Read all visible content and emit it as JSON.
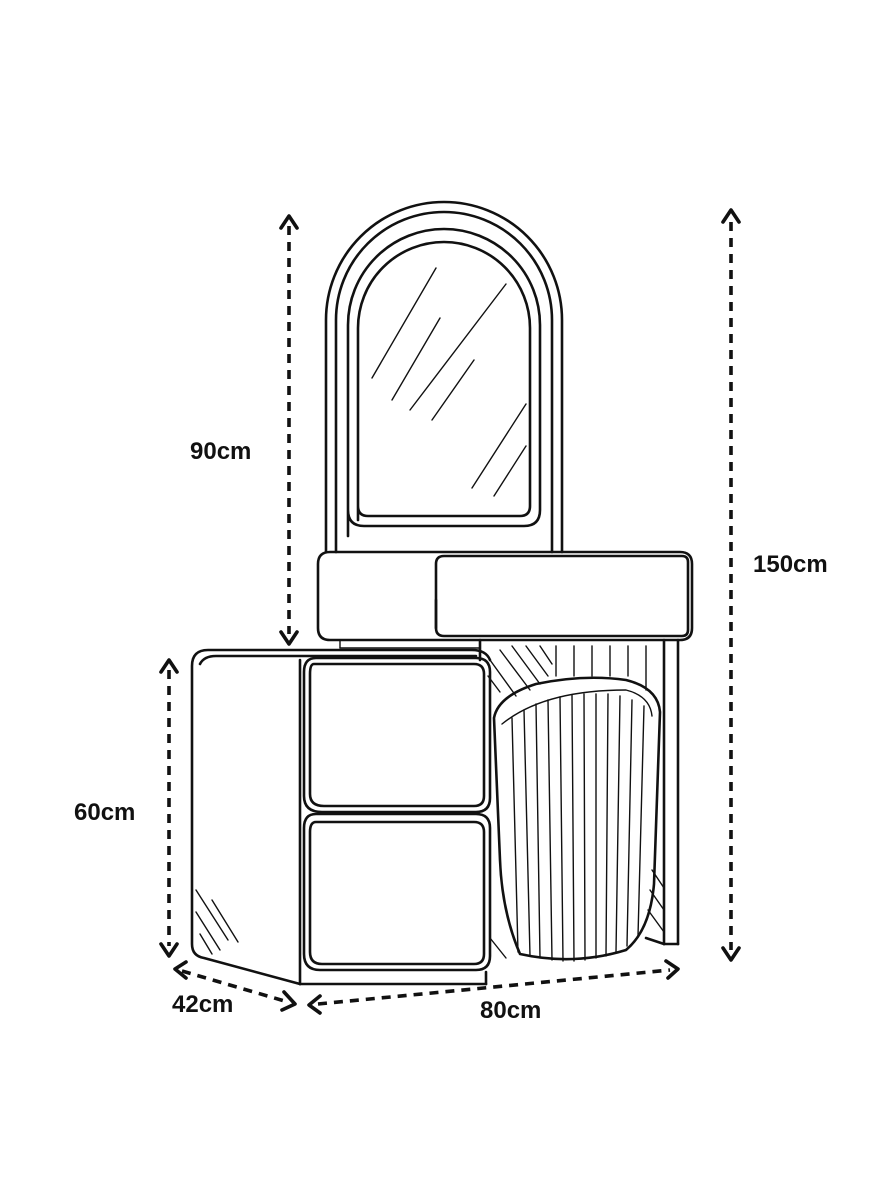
{
  "dimensions": {
    "mirror_height": "90cm",
    "total_height": "150cm",
    "desk_height": "60cm",
    "depth": "42cm",
    "width": "80cm"
  },
  "colors": {
    "line": "#111111",
    "background": "#ffffff"
  }
}
